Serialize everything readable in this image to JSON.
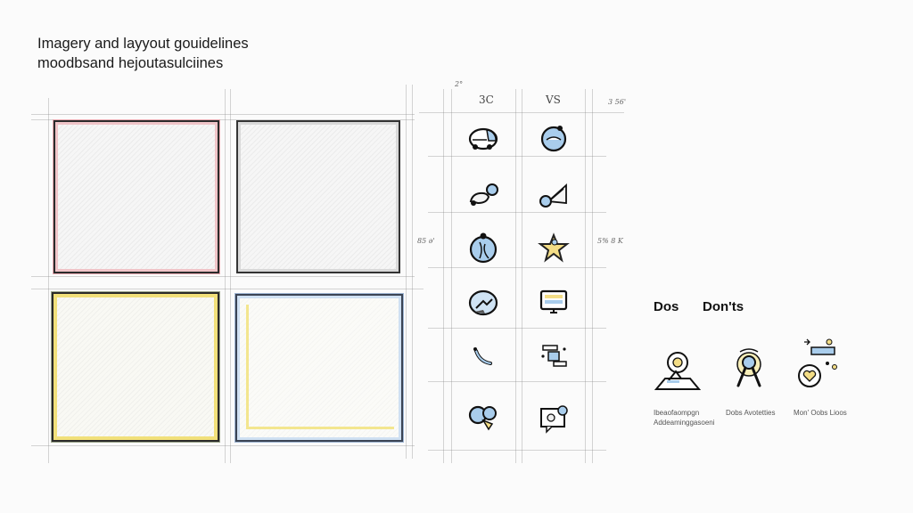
{
  "title": {
    "line1": "Imagery and layyout gouidelines",
    "line2": "moodbsand hejoutasulciines"
  },
  "moodboard": {
    "panels": [
      {
        "name": "top-left",
        "accent": "#e9a9b0"
      },
      {
        "name": "top-right",
        "accent": "#9a9a9a"
      },
      {
        "name": "bottom-left",
        "accent": "#f1e07a"
      },
      {
        "name": "bottom-right",
        "accent": "#9fb6d4"
      }
    ]
  },
  "icon_grid": {
    "column_labels": [
      "3C",
      "VS"
    ],
    "margin_notes": {
      "top_left": "2°",
      "top_right": "3 56'",
      "mid_left": "85 ə'",
      "mid_right": "5% 8 K"
    },
    "rows": [
      [
        "car-icon",
        "globe-face-icon"
      ],
      [
        "gear-pile-icon",
        "telescope-icon"
      ],
      [
        "globe-person-icon",
        "star-icon"
      ],
      [
        "world-hand-icon",
        "monitor-chart-icon"
      ],
      [
        "wrench-icon",
        "device-cluster-icon"
      ],
      [
        "magnify-lightbulb-icon",
        "chat-screen-icon"
      ]
    ]
  },
  "dos_donts": {
    "dos_label": "Dos",
    "donts_label": "Don'ts",
    "items": [
      {
        "icon": "lightbulb-desk-icon",
        "caption_line1": "Ibeaofaompgn",
        "caption_line2": "Addeaminggasoeni"
      },
      {
        "icon": "compass-target-icon",
        "caption_line1": "Dobs Avotetties",
        "caption_line2": ""
      },
      {
        "icon": "heart-badge-icon",
        "caption_line1": "Mon' Oobs Lioos",
        "caption_line2": ""
      }
    ]
  },
  "colors": {
    "blue_fill": "#a9cdec",
    "yellow_fill": "#f3dd86",
    "ink": "#1b1b1b"
  }
}
